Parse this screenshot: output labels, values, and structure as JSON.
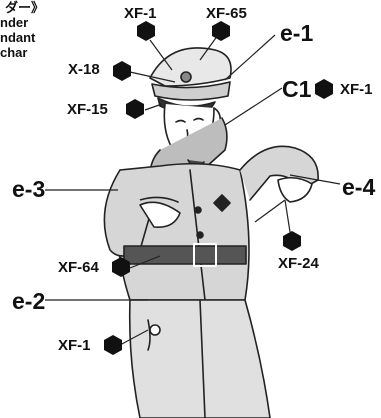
{
  "header": {
    "lines": [
      "ダー》",
      "nder",
      "ndant",
      "char"
    ]
  },
  "callouts": {
    "xf1_top": "XF-1",
    "xf65": "XF-65",
    "x18": "X-18",
    "xf15": "XF-15",
    "c1": "C1",
    "xf1_right": "XF-1",
    "xf64": "XF-64",
    "xf24": "XF-24",
    "xf1_bottom": "XF-1"
  },
  "parts": {
    "e1": "e-1",
    "e2": "e-2",
    "e3": "e-3",
    "e4": "e-4"
  }
}
